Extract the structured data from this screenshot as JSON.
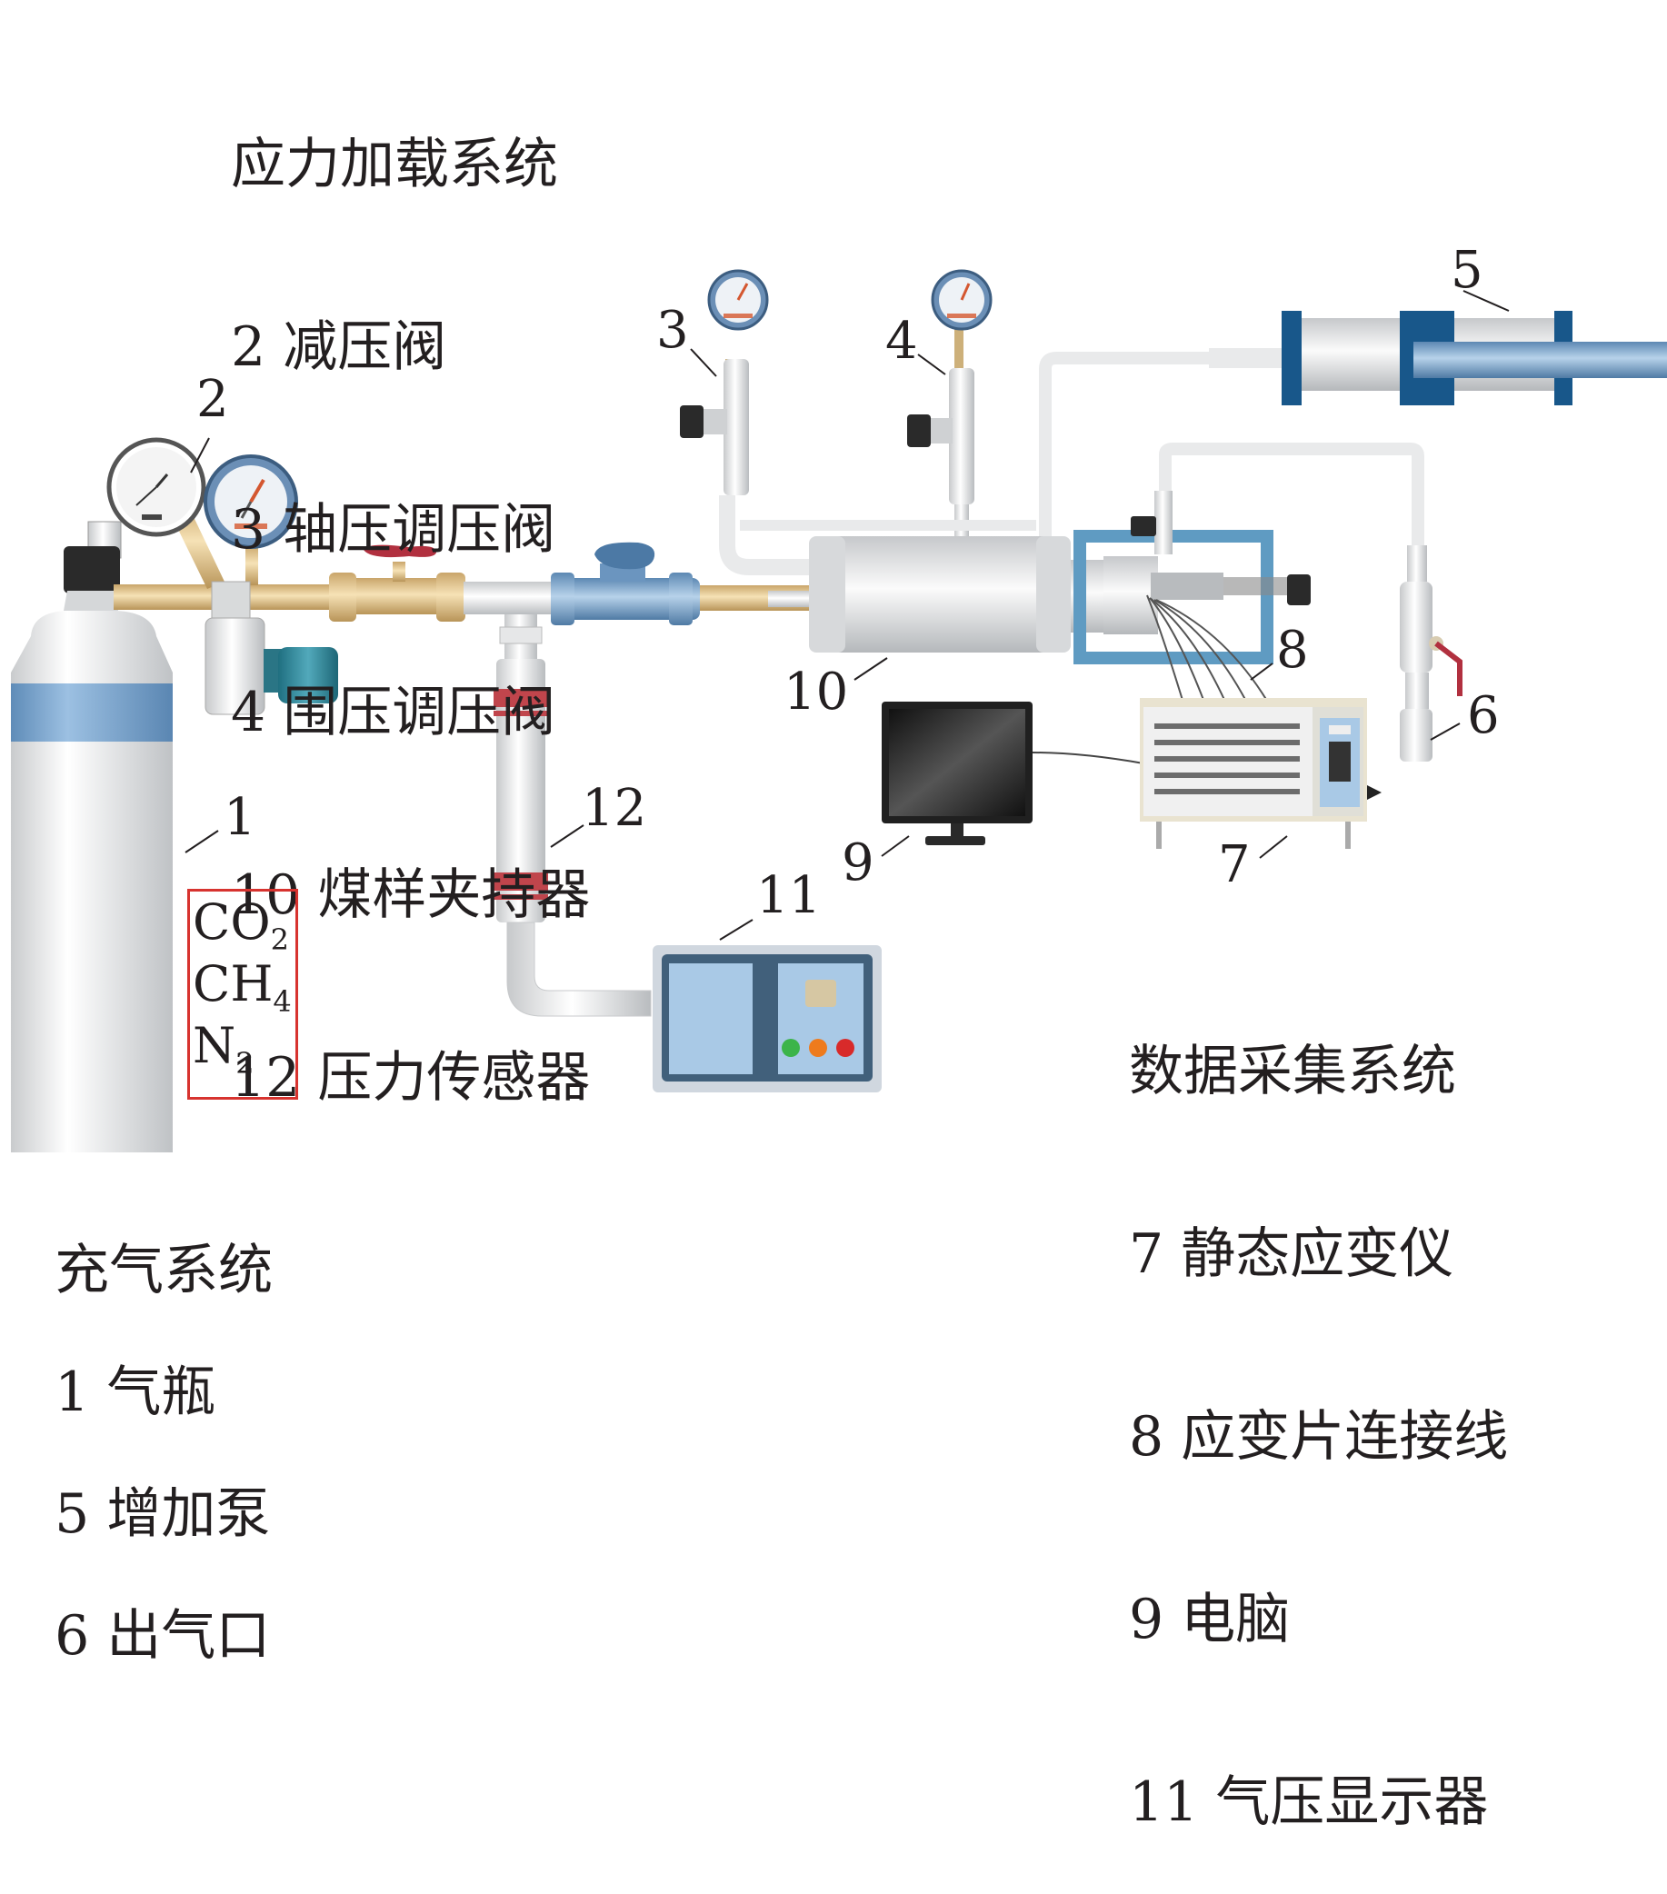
{
  "legend": {
    "stress_system": {
      "title": "应力加载系统",
      "items": [
        "2 减压阀",
        "3 轴压调压阀",
        "4 围压调压阀",
        "10 煤样夹持器",
        "12 压力传感器"
      ]
    },
    "data_system": {
      "title": "数据采集系统",
      "items": [
        "7 静态应变仪",
        "8 应变片连接线",
        "9 电脑",
        "11 气压显示器"
      ]
    },
    "gas_system": {
      "title": "充气系统",
      "items": [
        "1 气瓶",
        "5 增加泵",
        "6 出气口"
      ]
    }
  },
  "callouts": [
    "1",
    "2",
    "3",
    "4",
    "5",
    "6",
    "7",
    "8",
    "9",
    "10",
    "11",
    "12"
  ],
  "gases": [
    {
      "base": "CO",
      "sub": "2"
    },
    {
      "base": "CH",
      "sub": "4"
    },
    {
      "base": "N",
      "sub": "2"
    }
  ],
  "colors": {
    "brass": "#e3c48a",
    "steel": "#e2e3e4",
    "blue_accent": "#6e9cc8",
    "navy": "#18578a",
    "red_outline": "#d7332f",
    "panel": "#a9c9e6"
  },
  "icons": [
    "gas-cylinder-icon",
    "pressure-gauge-icon",
    "valve-icon",
    "monitor-icon",
    "strain-meter-icon",
    "pump-icon",
    "pressure-display-icon"
  ]
}
